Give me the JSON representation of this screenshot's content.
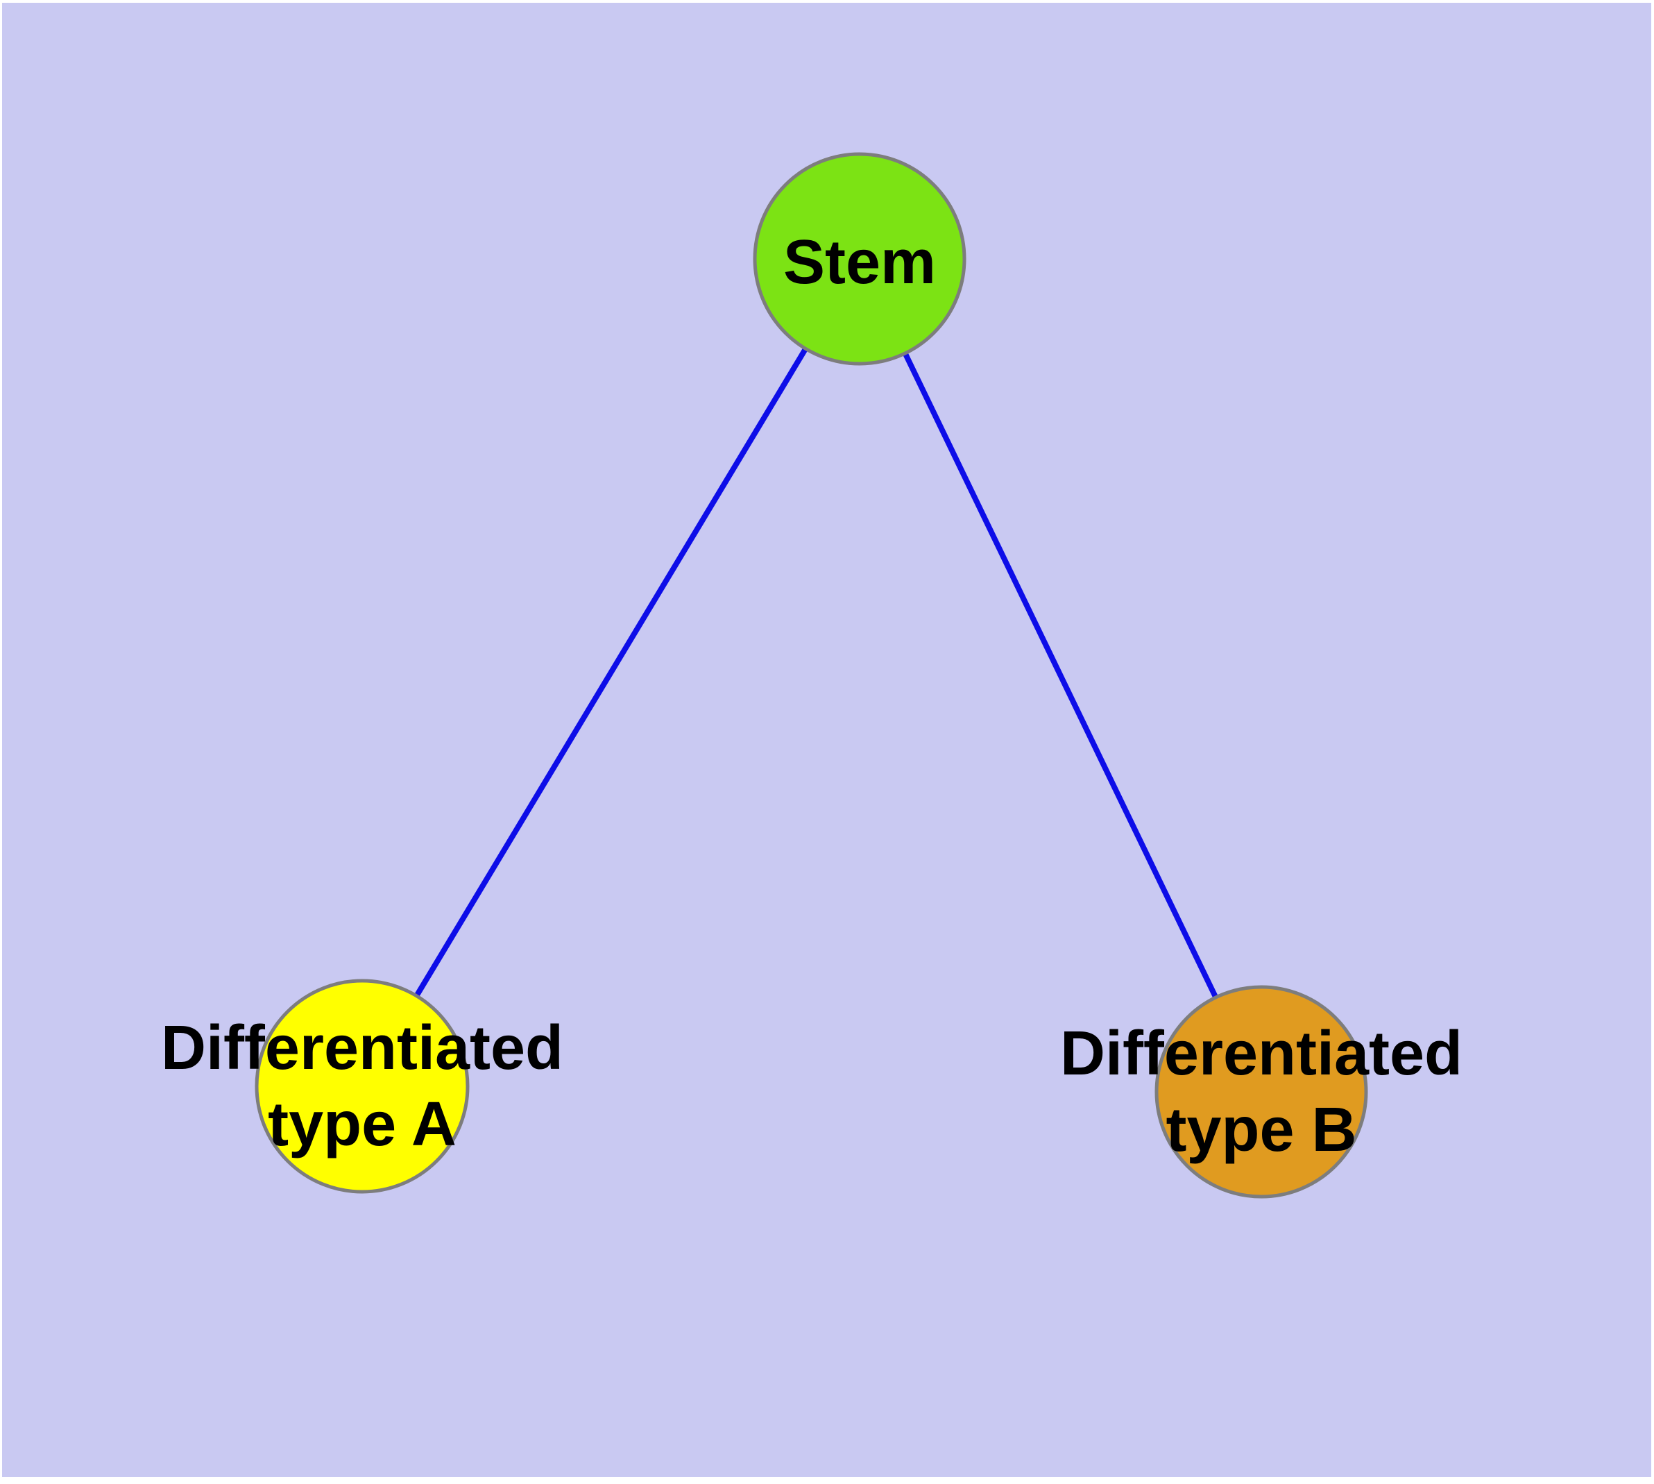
{
  "diagram": {
    "title": "",
    "background_color": "#c9c9f2",
    "margin_color": "#ffffff",
    "node_border_color": "#7d7d7d",
    "edge_color": "#0d0de8",
    "label_color": "#000000",
    "nodes": [
      {
        "id": "stem",
        "label_lines": [
          "Stem",
          ""
        ],
        "fill": "#7ce314"
      },
      {
        "id": "diff-a",
        "label_lines": [
          "Differentiated",
          "type A"
        ],
        "fill": "#ffff00"
      },
      {
        "id": "diff-b",
        "label_lines": [
          "Differentiated",
          "type B"
        ],
        "fill": "#e09b20"
      }
    ],
    "edges": [
      {
        "from": "stem",
        "to": "diff-a"
      },
      {
        "from": "stem",
        "to": "diff-b"
      }
    ]
  }
}
